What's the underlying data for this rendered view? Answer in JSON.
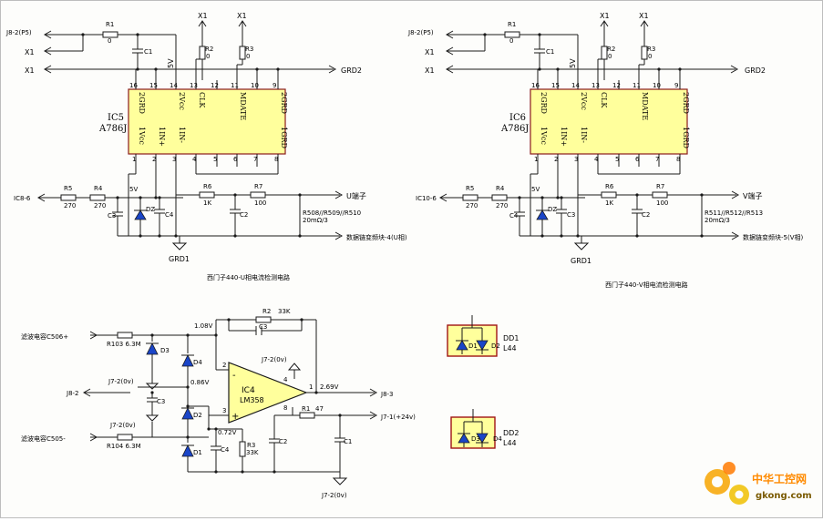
{
  "left_circuit": {
    "title": "西门子440-U相电流检测电路",
    "ic_name": "IC5",
    "ic_part": "A786J",
    "top_pins": [
      "16",
      "15",
      "14",
      "13",
      "12",
      "11",
      "10",
      "9"
    ],
    "top_pin_labels": [
      "2GRD",
      "2Vcc",
      "CLK",
      "MDATE",
      "2GRD"
    ],
    "bottom_pins": [
      "1",
      "2",
      "3",
      "4",
      "5",
      "6",
      "7",
      "8"
    ],
    "bottom_pin_labels": [
      "1Vcc",
      "1IN+",
      "1IN-",
      "1GRD"
    ],
    "labels": {
      "j8": "J8-2(P5)",
      "x1a": "X1",
      "x1b": "X1",
      "x1_top_a": "X1",
      "x1_top_b": "X1",
      "grd2": "GRD2",
      "grd1": "GRD1",
      "v5_top": "5V",
      "v5_mid": "5V",
      "ic_in": "IC8-6",
      "out1": "U端子",
      "out2": "数据链变频块-4(U相)",
      "rsense": "R508//R509//R510",
      "rsense_val": "20mΩ/3"
    },
    "parts": {
      "r1": "R1",
      "r1v": "0",
      "r2": "R2",
      "r2v": "0",
      "r3": "R3",
      "r3v": "0",
      "r4": "R4",
      "r4v": "270",
      "r5": "R5",
      "r5v": "270",
      "r6": "R6",
      "r6v": "1K",
      "r7": "R7",
      "r7v": "100",
      "c1": "C1",
      "c2": "C2",
      "c3": "C3",
      "c4": "C4",
      "dz": "DZ"
    }
  },
  "right_circuit": {
    "title": "西门子440-V相电流检测电路",
    "ic_name": "IC6",
    "ic_part": "A786J",
    "top_pins": [
      "16",
      "15",
      "14",
      "13",
      "12",
      "11",
      "10",
      "9"
    ],
    "top_pin_labels": [
      "2GRD",
      "2Vcc",
      "CLK",
      "MDATE",
      "2GRD"
    ],
    "bottom_pins": [
      "1",
      "2",
      "3",
      "4",
      "5",
      "6",
      "7",
      "8"
    ],
    "bottom_pin_labels": [
      "1Vcc",
      "1IN+",
      "1IN-",
      "1GRD"
    ],
    "labels": {
      "j8": "J8-2(P5)",
      "x1a": "X1",
      "x1b": "X1",
      "x1_top_a": "X1",
      "x1_top_b": "X1",
      "grd2": "GRD2",
      "grd1": "GRD1",
      "v5_top": "5V",
      "v5_mid": "5V",
      "ic_in": "IC10-6",
      "out1": "V端子",
      "out2": "数据链变频块-5(V相)",
      "rsense": "R511//R512//R513",
      "rsense_val": "20mΩ/3"
    },
    "parts": {
      "r1": "R1",
      "r1v": "0",
      "r2": "R2",
      "r2v": "0",
      "r3": "R3",
      "r3v": "0",
      "r4": "R4",
      "r4v": "270",
      "r5": "R5",
      "r5v": "270",
      "r6": "R6",
      "r6v": "1K",
      "r7": "R7",
      "r7v": "100",
      "c1": "C1",
      "c2": "C2",
      "c3": "C4",
      "c4": "C3",
      "dz": "DZ"
    }
  },
  "opamp_circuit": {
    "in_top": "滤波电容C506+",
    "in_bot": "滤波电容C505-",
    "r103": "R103 6.3M",
    "r104": "R104 6.3M",
    "r2": "R2",
    "r2v": "33K",
    "r3": "R3",
    "r3v": "33K",
    "r1": "R1",
    "r1v": "47",
    "c1": "C1",
    "c2": "C2",
    "c3": "C3",
    "c3b": "C3",
    "c4": "C4",
    "d1": "D1",
    "d2": "D2",
    "d3": "D3",
    "d4": "D4",
    "v1": "1.08V",
    "v2": "0.86V",
    "v3": "0.72V",
    "v4": "2.69V",
    "ic": "IC4",
    "ic_part": "LM358",
    "pin4": "4",
    "pin8": "8",
    "pin1": "1",
    "pin2": "2",
    "pin3": "3",
    "minus": "-",
    "plus": "+",
    "j7_top": "J7-2(0v)",
    "j7_a": "J7-2(0v)",
    "j7_b": "J7-2(0v)",
    "j7_bot": "J7-2(0v)",
    "j8_2": "J8-2",
    "j8_3": "J8-3",
    "j7_1": "J7-1(+24v)"
  },
  "dd1": {
    "name": "DD1",
    "part": "L44",
    "d1": "D1",
    "d2": "D2"
  },
  "dd2": {
    "name": "DD2",
    "part": "L44",
    "d1": "D3",
    "d2": "D4"
  },
  "watermark": {
    "brand": "中华工控网",
    "url": "gkong.com"
  }
}
